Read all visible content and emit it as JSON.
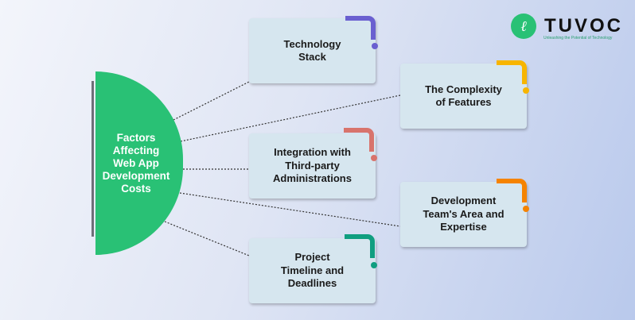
{
  "center": {
    "title": "Factors\nAffecting\nWeb App\nDevelopment\nCosts",
    "color": "#29c175"
  },
  "factors": [
    {
      "label": "Technology\nStack",
      "accent": "#6a5fd0"
    },
    {
      "label": "The Complexity\nof Features",
      "accent": "#f7b500"
    },
    {
      "label": "Integration with\nThird-party\nAdministrations",
      "accent": "#d8736c"
    },
    {
      "label": "Development\nTeam's Area and\nExpertise",
      "accent": "#f58300"
    },
    {
      "label": "Project\nTimeline and\nDeadlines",
      "accent": "#109e80"
    }
  ],
  "logo": {
    "name": "TUVOC",
    "tagline": "Unleashing the Potential of Technology",
    "icon": "letter-l-icon"
  }
}
